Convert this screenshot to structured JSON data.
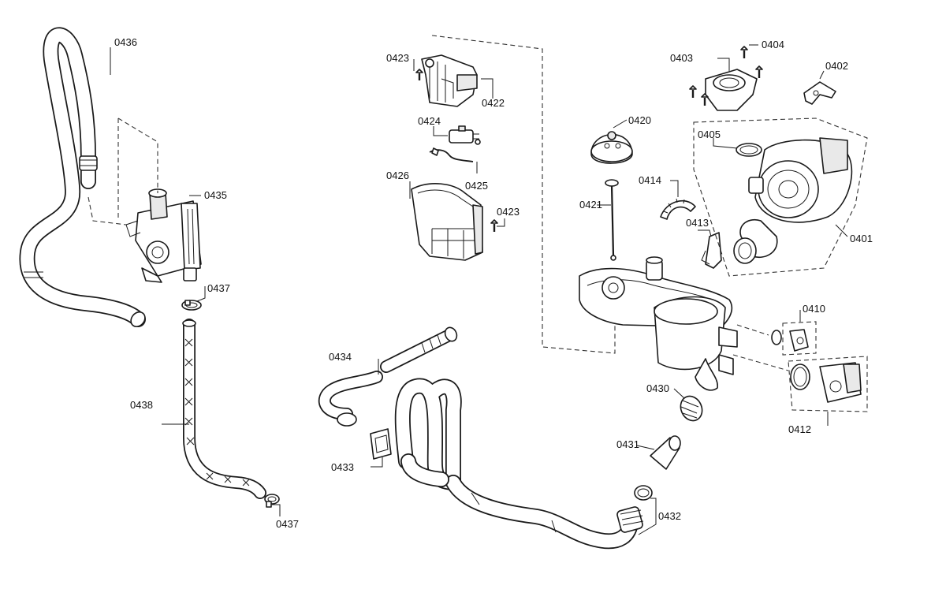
{
  "labels": {
    "p0401": "0401",
    "p0402": "0402",
    "p0403": "0403",
    "p0404": "0404",
    "p0405": "0405",
    "p0410": "0410",
    "p0412": "0412",
    "p0413": "0413",
    "p0414": "0414",
    "p0420": "0420",
    "p0421": "0421",
    "p0422": "0422",
    "p0423a": "0423",
    "p0423b": "0423",
    "p0424": "0424",
    "p0425": "0425",
    "p0426": "0426",
    "p0430": "0430",
    "p0431": "0431",
    "p0432": "0432",
    "p0433": "0433",
    "p0434": "0434",
    "p0435": "0435",
    "p0436": "0436",
    "p0437a": "0437",
    "p0437b": "0437",
    "p0438": "0438"
  },
  "colors": {
    "line": "#1a1a1a",
    "background": "#ffffff",
    "shade": "#e9e9e9"
  }
}
